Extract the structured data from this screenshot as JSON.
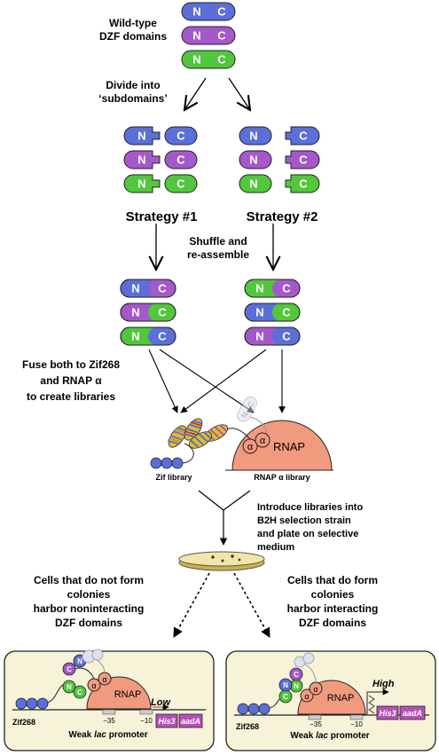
{
  "labels": {
    "wildtype_line1": "Wild-type",
    "wildtype_line2": "DZF domains",
    "divide_line1": "Divide into",
    "divide_line2": "‘subdomains’",
    "strategy1": "Strategy #1",
    "strategy2": "Strategy #2",
    "shuffle_line1": "Shuffle and",
    "shuffle_line2": "re-assemble",
    "fuse_line1": "Fuse both to Zif268",
    "fuse_line2": "and RNAP α",
    "fuse_line3": "to create libraries",
    "zif_library": "Zif library",
    "rnap_library": "RNAP α library",
    "introduce_line1": "Introduce libraries into",
    "introduce_line2": "B2H selection strain",
    "introduce_line3": "and plate on selective",
    "introduce_line4": "medium",
    "no_colony_line1": "Cells that do not form",
    "no_colony_line2": "colonies",
    "no_colony_line3": "harbor noninteracting",
    "no_colony_line4": "DZF domains",
    "colony_line1": "Cells that do form",
    "colony_line2": "colonies",
    "colony_line3": "harbor interacting",
    "colony_line4": "DZF domains",
    "n": "N",
    "c": "C",
    "alpha": "α",
    "rnap": "RNAP",
    "low": "Low",
    "high": "High",
    "minus35": "−35",
    "minus10": "−10",
    "his3": "His3",
    "aadA": "aadA",
    "zif268": "Zif268",
    "weak_promoter_prefix": "Weak ",
    "weak_promoter_lac": "lac",
    "weak_promoter_suffix": " promoter"
  },
  "colors": {
    "blue": "#5a6fd8",
    "purple": "#a458c9",
    "green": "#52c63c",
    "rnap": "#f29a7e",
    "panel_bg": "#f6f3d9",
    "low_high": "#d42020",
    "reporter": "#b650b8"
  }
}
